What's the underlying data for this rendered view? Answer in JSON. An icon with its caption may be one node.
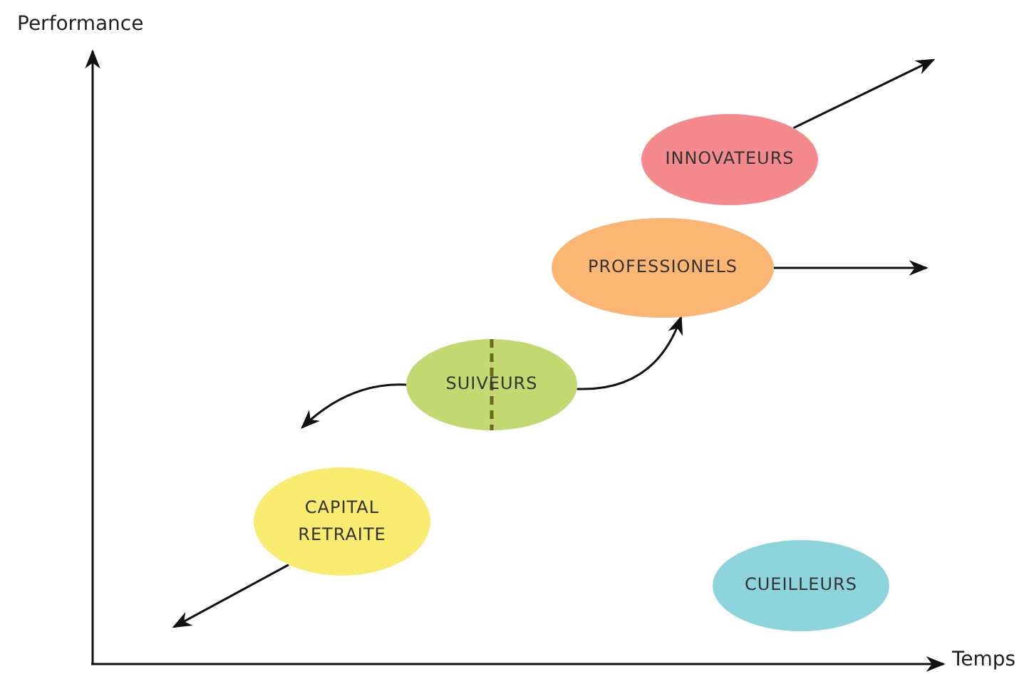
{
  "diagram": {
    "nodes": [
      {
        "text": [
          "INNOVATEURS"
        ]
      },
      {
        "text": [
          "PROFESSIONELS"
        ]
      },
      {
        "text": [
          "SUIVEURS"
        ]
      },
      {
        "text": [
          "CAPITAL RETRAITE"
        ]
      },
      {
        "text": [
          "CUEILLEURS"
        ]
      }
    ],
    "edges": [
      {
        "from": 0,
        "to": null,
        "arrow": "to"
      },
      {
        "from": 1,
        "to": null,
        "arrow": "to"
      },
      {
        "from": 2,
        "to": null,
        "arrow": "to"
      },
      {
        "from": 2,
        "to": 1,
        "arrow": "to"
      },
      {
        "from": 3,
        "to": null,
        "arrow": "to"
      }
    ],
    "labels": [
      "Performance",
      "Temps"
    ]
  }
}
